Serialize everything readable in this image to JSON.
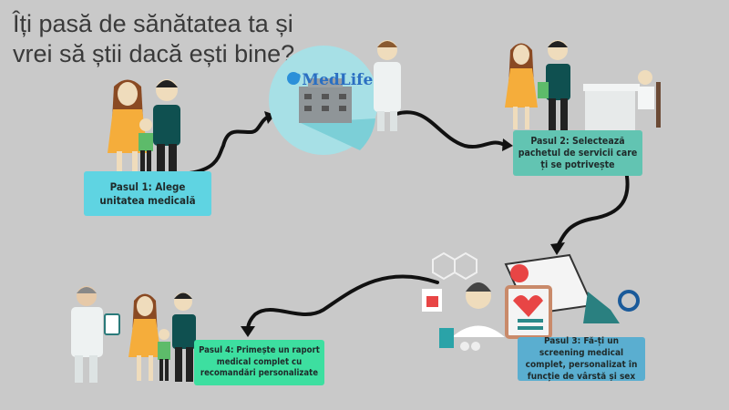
{
  "title": {
    "line1": "Îți pasă de sănătatea ta și",
    "line2": "vrei să știi dacă ești bine?"
  },
  "logo": {
    "text": "MedLife",
    "icon": "heart-plus-icon"
  },
  "steps": [
    {
      "label": "Pasul 1: Alege unitatea medicală",
      "color": "#5fd4e2"
    },
    {
      "label": "Pasul 2: Selectează pachetul de servicii care ți se potrivește",
      "color": "#62c4b2"
    },
    {
      "label": "Pasul 3: Fă-ți un screening medical complet, personalizat în funcție de vârstă și sex",
      "color": "#5aaed0"
    },
    {
      "label": "Pasul 4: Primește un raport medical complet cu recomandări personalizate",
      "color": "#3ddfa0"
    }
  ]
}
